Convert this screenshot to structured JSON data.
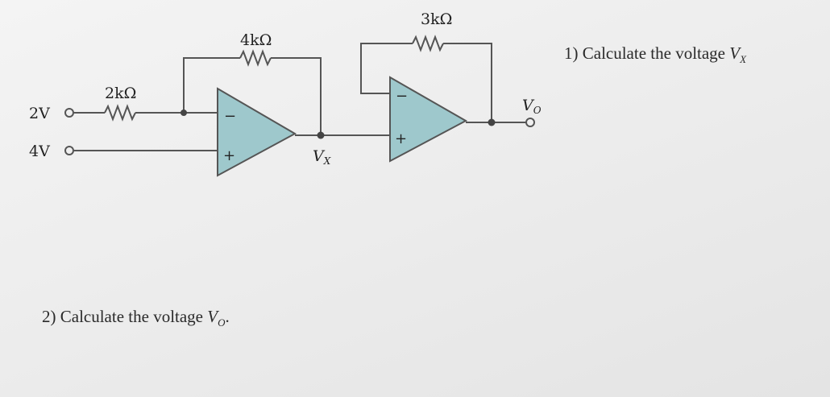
{
  "circuit": {
    "sources": {
      "input_1": "2V",
      "input_2": "4V"
    },
    "resistors": {
      "r_input": "2kΩ",
      "r_feedback_1": "4kΩ",
      "r_feedback_2": "3kΩ"
    },
    "opamp_1": {
      "inverting": "−",
      "non_inverting": "+"
    },
    "opamp_2": {
      "inverting": "−",
      "non_inverting": "+"
    },
    "node_vx": {
      "letter": "V",
      "sub": "X"
    },
    "node_vo": {
      "letter": "V",
      "sub": "O"
    },
    "colors": {
      "opamp_fill": "#9ec8cc",
      "wire": "#555555"
    }
  },
  "questions": {
    "q1": {
      "text": "1) Calculate the voltage ",
      "var": "V",
      "sub": "X"
    },
    "q2": {
      "text": "2) Calculate the voltage ",
      "var": "V",
      "sub": "O",
      "end": "."
    }
  }
}
